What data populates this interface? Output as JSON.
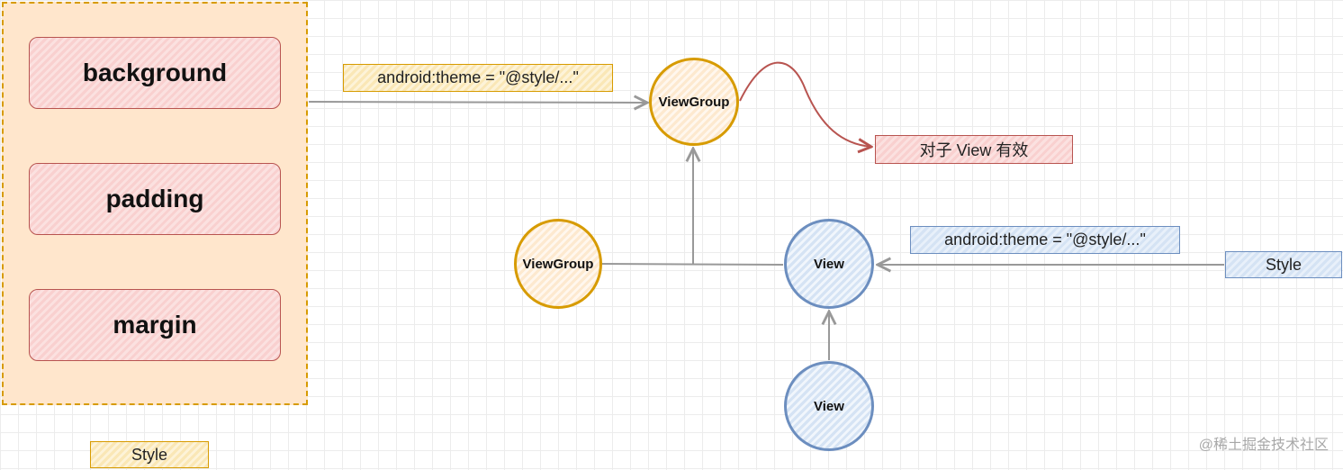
{
  "style_panel": {
    "properties": [
      "background",
      "padding",
      "margin"
    ],
    "legend_label": "Style"
  },
  "theme_label_top": "android:theme = \"@style/...\"",
  "theme_label_right": "android:theme = \"@style/...\"",
  "effect_label": "对子 View 有效",
  "right_style_label": "Style",
  "nodes": {
    "parent_viewgroup": "ViewGroup",
    "child_viewgroup": "ViewGroup",
    "view": "View",
    "child_view": "View"
  },
  "watermark": "@稀土掘金技术社区",
  "colors": {
    "orange_border": "#d79b00",
    "red_border": "#b85450",
    "blue_border": "#6c8ebf",
    "arrow_gray": "#999999",
    "curve_red": "#b85450"
  }
}
